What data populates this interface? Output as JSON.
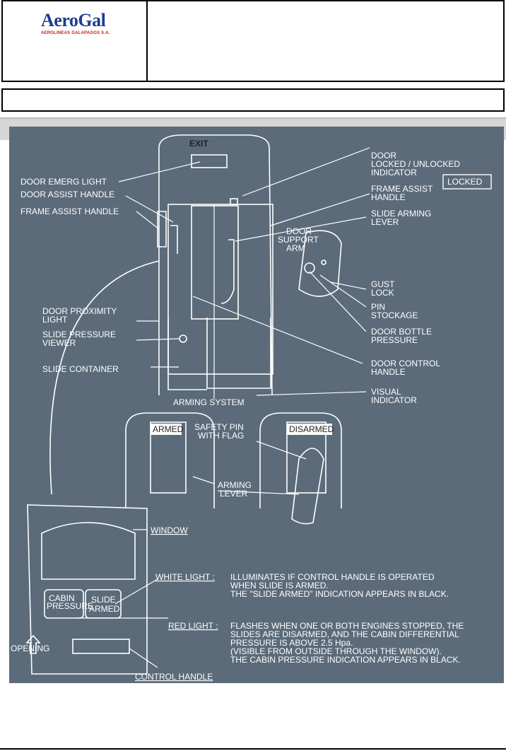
{
  "logo": {
    "name": "AeroGal",
    "subtitle": "AEROLINEAS GALAPAGOS S.A."
  },
  "diagram": {
    "exit_sign": "EXIT",
    "locked_box": "LOCKED",
    "labels": {
      "door_emerg_light": "DOOR EMERG LIGHT",
      "door_assist_handle": "DOOR ASSIST HANDLE",
      "frame_assist_handle_left": "FRAME ASSIST HANDLE",
      "door_indicator_1": "DOOR",
      "door_indicator_2": "LOCKED / UNLOCKED",
      "door_indicator_3": "INDICATOR",
      "frame_assist_right_1": "FRAME ASSIST",
      "frame_assist_right_2": "HANDLE",
      "slide_arming_1": "SLIDE ARMING",
      "slide_arming_2": "LEVER",
      "support_arm_1": "DOOR",
      "support_arm_2": "SUPPORT",
      "support_arm_3": "ARM",
      "gust_lock_1": "GUST",
      "gust_lock_2": "LOCK",
      "pin_1": "PIN",
      "pin_2": "STOCKAGE",
      "door_proximity_1": "DOOR PROXIMITY",
      "door_proximity_2": "LIGHT",
      "slide_pressure_1": "SLIDE PRESSURE",
      "slide_pressure_2": "VIEWER",
      "door_bottle_1": "DOOR BOTTLE",
      "door_bottle_2": "PRESSURE",
      "slide_container": "SLIDE CONTAINER",
      "door_control_1": "DOOR CONTROL",
      "door_control_2": "HANDLE",
      "arming_system": "ARMING SYSTEM",
      "visual_ind_1": "VISUAL",
      "visual_ind_2": "INDICATOR",
      "armed": "ARMED",
      "disarmed": "DISARMED",
      "safety_pin_1": "SAFETY PIN",
      "safety_pin_2": "WITH FLAG",
      "arming_lever_1": "ARMING",
      "arming_lever_2": "LEVER",
      "window": "WINDOW",
      "white_light": "WHITE LIGHT :",
      "white_light_desc_1": "ILLUMINATES IF CONTROL HANDLE IS OPERATED",
      "white_light_desc_2": "WHEN SLIDE IS ARMED.",
      "white_light_desc_3": "THE \"SLIDE ARMED\" INDICATION APPEARS IN BLACK.",
      "cabin_1": "CABIN",
      "cabin_2": "PRESSURE",
      "slide_armed_1": "SLIDE",
      "slide_armed_2": "ARMED",
      "red_light": "RED LIGHT :",
      "red_light_desc_1": "FLASHES WHEN ONE OR BOTH ENGINES STOPPED, THE",
      "red_light_desc_2": "SLIDES ARE DISARMED, AND THE CABIN DIFFERENTIAL",
      "red_light_desc_3": "PRESSURE IS ABOVE 2.5 Hpa.",
      "red_light_desc_4": "(VISIBLE FROM OUTSIDE THROUGH THE WINDOW).",
      "red_light_desc_5": "THE CABIN PRESSURE INDICATION APPEARS IN BLACK.",
      "opening": "OPENING",
      "control_handle": "CONTROL HANDLE"
    }
  }
}
